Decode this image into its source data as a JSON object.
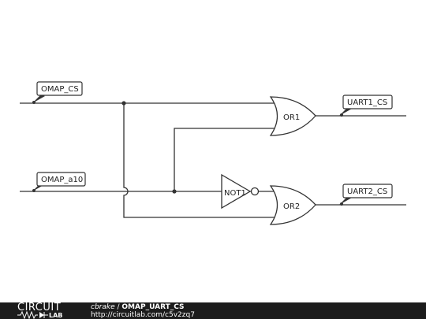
{
  "net_labels": {
    "omap_cs": "OMAP_CS",
    "omap_a10": "OMAP_a10",
    "uart1_cs": "UART1_CS",
    "uart2_cs": "UART2_CS"
  },
  "gates": {
    "or1": "OR1",
    "or2": "OR2",
    "not1": "NOT1"
  },
  "footer": {
    "brand_top": "CIRCUIT",
    "brand_bottom": "LAB",
    "author": "cbrake",
    "separator": " / ",
    "title": "OMAP_UART_CS",
    "url": "http://circuitlab.com/c5v2zq7"
  }
}
